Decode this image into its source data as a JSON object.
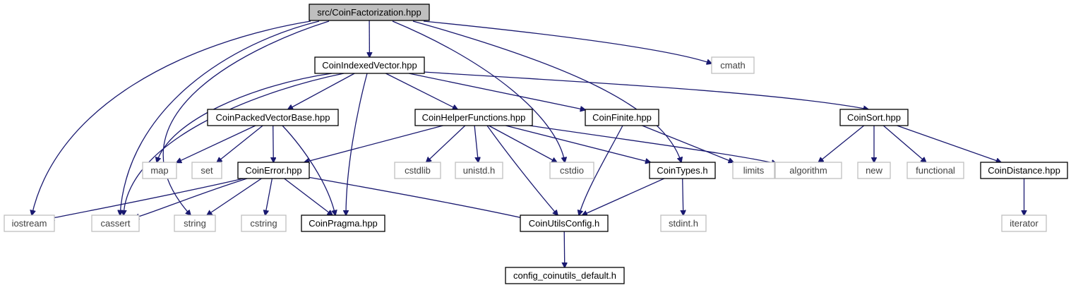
{
  "diagram": {
    "type": "include-dependency-graph",
    "nodes": [
      {
        "id": "root",
        "label": "src/CoinFactorization.hpp",
        "kind": "root"
      },
      {
        "id": "civ",
        "label": "CoinIndexedVector.hpp",
        "kind": "header"
      },
      {
        "id": "cmath",
        "label": "cmath",
        "kind": "external"
      },
      {
        "id": "cpvb",
        "label": "CoinPackedVectorBase.hpp",
        "kind": "header"
      },
      {
        "id": "chf",
        "label": "CoinHelperFunctions.hpp",
        "kind": "header"
      },
      {
        "id": "cfin",
        "label": "CoinFinite.hpp",
        "kind": "header"
      },
      {
        "id": "csort",
        "label": "CoinSort.hpp",
        "kind": "header"
      },
      {
        "id": "map",
        "label": "map",
        "kind": "external"
      },
      {
        "id": "set",
        "label": "set",
        "kind": "external"
      },
      {
        "id": "cerr",
        "label": "CoinError.hpp",
        "kind": "header"
      },
      {
        "id": "cstdlib",
        "label": "cstdlib",
        "kind": "external"
      },
      {
        "id": "unistd",
        "label": "unistd.h",
        "kind": "external"
      },
      {
        "id": "cstdio",
        "label": "cstdio",
        "kind": "external"
      },
      {
        "id": "ctypes",
        "label": "CoinTypes.h",
        "kind": "header"
      },
      {
        "id": "limits",
        "label": "limits",
        "kind": "external"
      },
      {
        "id": "algorithm",
        "label": "algorithm",
        "kind": "external"
      },
      {
        "id": "new",
        "label": "new",
        "kind": "external"
      },
      {
        "id": "functional",
        "label": "functional",
        "kind": "external"
      },
      {
        "id": "cdist",
        "label": "CoinDistance.hpp",
        "kind": "header"
      },
      {
        "id": "iostream",
        "label": "iostream",
        "kind": "external"
      },
      {
        "id": "cassert",
        "label": "cassert",
        "kind": "external"
      },
      {
        "id": "string",
        "label": "string",
        "kind": "external"
      },
      {
        "id": "cstring",
        "label": "cstring",
        "kind": "external"
      },
      {
        "id": "cpragma",
        "label": "CoinPragma.hpp",
        "kind": "header"
      },
      {
        "id": "cuc",
        "label": "CoinUtilsConfig.h",
        "kind": "header"
      },
      {
        "id": "stdint",
        "label": "stdint.h",
        "kind": "external"
      },
      {
        "id": "iterator",
        "label": "iterator",
        "kind": "external"
      },
      {
        "id": "ccd",
        "label": "config_coinutils_default.h",
        "kind": "header"
      }
    ],
    "edges": [
      [
        "root",
        "civ"
      ],
      [
        "root",
        "cmath"
      ],
      [
        "root",
        "iostream"
      ],
      [
        "root",
        "cassert"
      ],
      [
        "root",
        "string"
      ],
      [
        "root",
        "cstdio"
      ],
      [
        "root",
        "ctypes"
      ],
      [
        "civ",
        "cpvb"
      ],
      [
        "civ",
        "chf"
      ],
      [
        "civ",
        "cfin"
      ],
      [
        "civ",
        "csort"
      ],
      [
        "civ",
        "map"
      ],
      [
        "civ",
        "cassert"
      ],
      [
        "civ",
        "cpragma"
      ],
      [
        "cpvb",
        "map"
      ],
      [
        "cpvb",
        "set"
      ],
      [
        "cpvb",
        "cerr"
      ],
      [
        "cpvb",
        "cpragma"
      ],
      [
        "chf",
        "cerr"
      ],
      [
        "chf",
        "cstdlib"
      ],
      [
        "chf",
        "unistd"
      ],
      [
        "chf",
        "cstdio"
      ],
      [
        "chf",
        "ctypes"
      ],
      [
        "chf",
        "algorithm"
      ],
      [
        "chf",
        "cuc"
      ],
      [
        "cfin",
        "limits"
      ],
      [
        "cfin",
        "cuc"
      ],
      [
        "csort",
        "algorithm"
      ],
      [
        "csort",
        "new"
      ],
      [
        "csort",
        "functional"
      ],
      [
        "csort",
        "cdist"
      ],
      [
        "cerr",
        "iostream"
      ],
      [
        "cerr",
        "cassert"
      ],
      [
        "cerr",
        "string"
      ],
      [
        "cerr",
        "cstring"
      ],
      [
        "cerr",
        "cpragma"
      ],
      [
        "cerr",
        "cuc"
      ],
      [
        "ctypes",
        "cuc"
      ],
      [
        "ctypes",
        "stdint"
      ],
      [
        "cdist",
        "iterator"
      ],
      [
        "cuc",
        "ccd"
      ]
    ],
    "colors": {
      "edge": "#191970",
      "header_border": "#000000",
      "external_border": "#bfbfbf",
      "root_fill": "#bfbfbf",
      "external_text": "#404040"
    }
  }
}
